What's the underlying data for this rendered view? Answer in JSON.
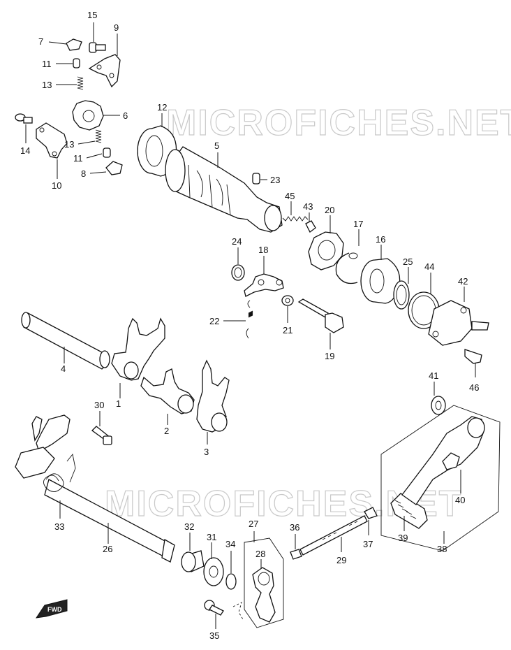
{
  "watermark": {
    "top_text": "MICROFICHES.NET",
    "bottom_text": "MICROFICHES.NET"
  },
  "direction_badge": {
    "label": "FWD"
  },
  "callouts": [
    {
      "key": "p1",
      "label": "1"
    },
    {
      "key": "p2",
      "label": "2"
    },
    {
      "key": "p3",
      "label": "3"
    },
    {
      "key": "p4",
      "label": "4"
    },
    {
      "key": "p5",
      "label": "5"
    },
    {
      "key": "p6",
      "label": "6"
    },
    {
      "key": "p7",
      "label": "7"
    },
    {
      "key": "p8",
      "label": "8"
    },
    {
      "key": "p9",
      "label": "9"
    },
    {
      "key": "p10",
      "label": "10"
    },
    {
      "key": "p11a",
      "label": "11"
    },
    {
      "key": "p11b",
      "label": "11"
    },
    {
      "key": "p12",
      "label": "12"
    },
    {
      "key": "p13a",
      "label": "13"
    },
    {
      "key": "p13b",
      "label": "13"
    },
    {
      "key": "p14",
      "label": "14"
    },
    {
      "key": "p15",
      "label": "15"
    },
    {
      "key": "p16",
      "label": "16"
    },
    {
      "key": "p17",
      "label": "17"
    },
    {
      "key": "p18",
      "label": "18"
    },
    {
      "key": "p19",
      "label": "19"
    },
    {
      "key": "p20",
      "label": "20"
    },
    {
      "key": "p21",
      "label": "21"
    },
    {
      "key": "p22",
      "label": "22"
    },
    {
      "key": "p23",
      "label": "23"
    },
    {
      "key": "p24",
      "label": "24"
    },
    {
      "key": "p25",
      "label": "25"
    },
    {
      "key": "p26",
      "label": "26"
    },
    {
      "key": "p27",
      "label": "27"
    },
    {
      "key": "p28",
      "label": "28"
    },
    {
      "key": "p29",
      "label": "29"
    },
    {
      "key": "p30",
      "label": "30"
    },
    {
      "key": "p31",
      "label": "31"
    },
    {
      "key": "p32",
      "label": "32"
    },
    {
      "key": "p33",
      "label": "33"
    },
    {
      "key": "p34",
      "label": "34"
    },
    {
      "key": "p35",
      "label": "35"
    },
    {
      "key": "p36",
      "label": "36"
    },
    {
      "key": "p37",
      "label": "37"
    },
    {
      "key": "p38",
      "label": "38"
    },
    {
      "key": "p39",
      "label": "39"
    },
    {
      "key": "p40",
      "label": "40"
    },
    {
      "key": "p41",
      "label": "41"
    },
    {
      "key": "p42",
      "label": "42"
    },
    {
      "key": "p43",
      "label": "43"
    },
    {
      "key": "p44",
      "label": "44"
    },
    {
      "key": "p45",
      "label": "45"
    },
    {
      "key": "p46",
      "label": "46"
    }
  ]
}
